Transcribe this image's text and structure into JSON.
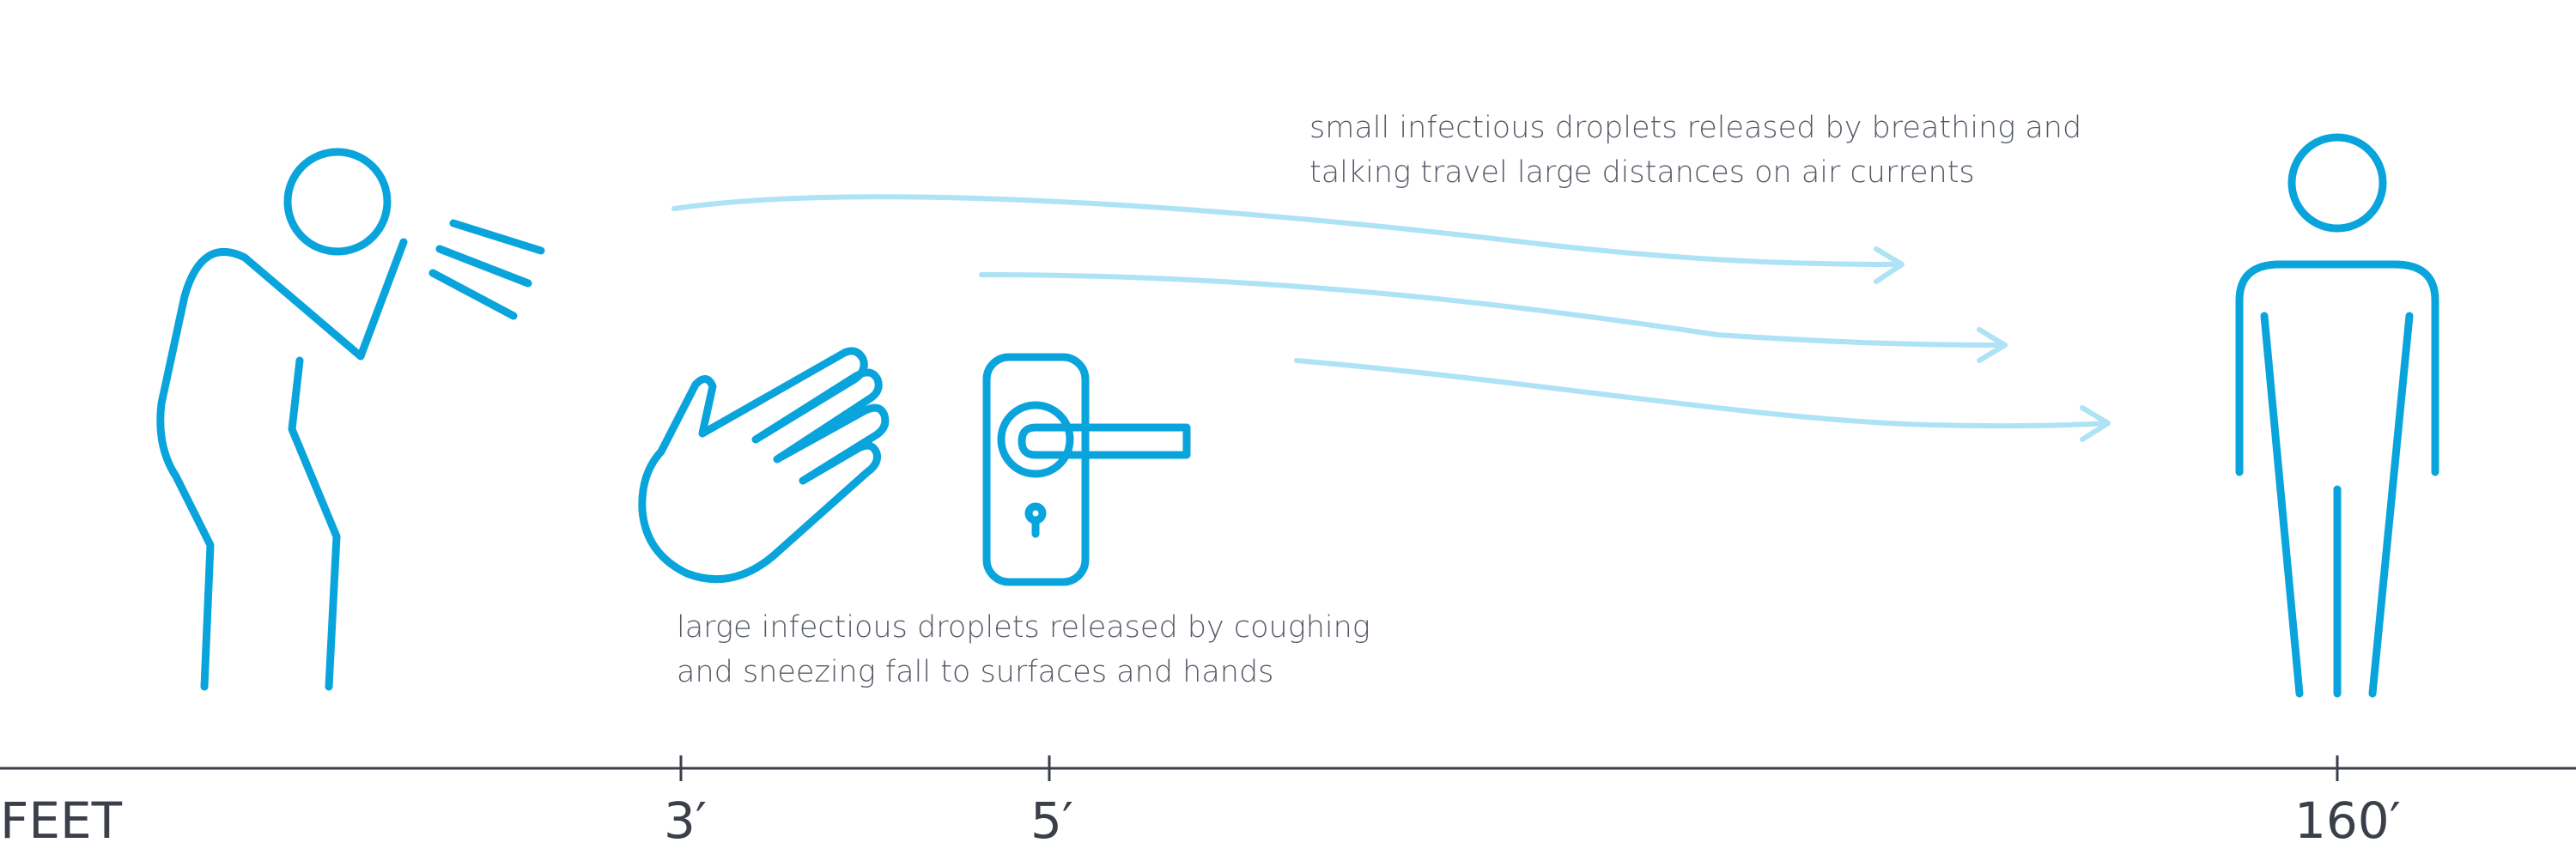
{
  "captions": {
    "small_droplets": {
      "line1": "small infectious droplets released by breathing and",
      "line2": "talking travel large distances on air currents"
    },
    "large_droplets": {
      "line1": "large infectious droplets released by coughing",
      "line2": "and sneezing fall to surfaces and hands"
    }
  },
  "axis": {
    "unit_label": "FEET",
    "ticks": [
      "3′",
      "5′",
      "160′"
    ]
  },
  "icons": [
    "coughing-person-icon",
    "hand-icon",
    "door-handle-icon",
    "standing-person-icon"
  ],
  "colors": {
    "icon": "#0aa4dc",
    "flow": "#aee2f5",
    "text": "#555a66",
    "axis": "#3a3f4a"
  }
}
